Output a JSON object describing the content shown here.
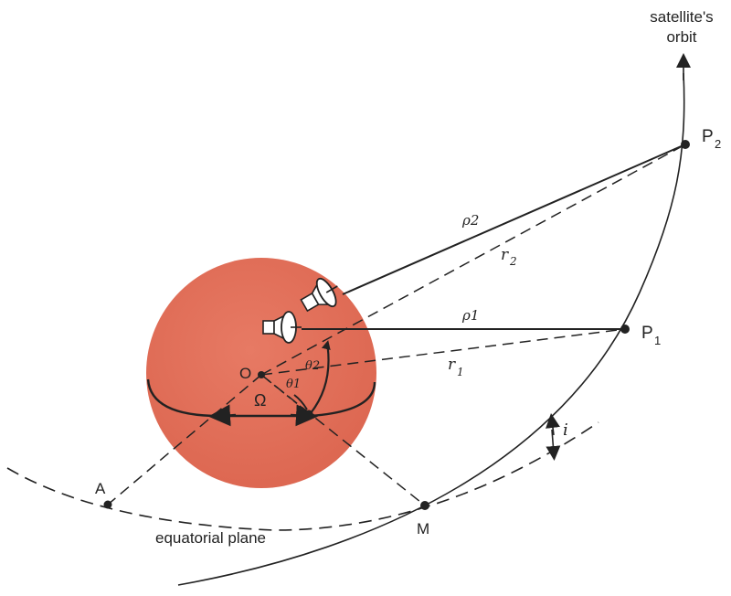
{
  "labels": {
    "orbit_line1": "satellite's",
    "orbit_line2": "orbit",
    "P2": "P",
    "P2_sub": "2",
    "P1": "P",
    "P1_sub": "1",
    "rho2": "ρ2",
    "rho1": "ρ1",
    "r2": "r",
    "r2_sub": "2",
    "r1": "r",
    "r1_sub": "1",
    "O": "O",
    "theta2": "θ2",
    "theta1": "θ1",
    "Omega": "Ω",
    "A": "A",
    "M": "M",
    "i": "i",
    "equatorial_plane": "equatorial plane"
  },
  "colors": {
    "earth": "#e3705b",
    "earth_shade": "#d9604b",
    "ink": "#222222",
    "background": "#ffffff"
  },
  "icons": [
    "tracking-antenna-icon",
    "tracking-antenna-icon"
  ]
}
